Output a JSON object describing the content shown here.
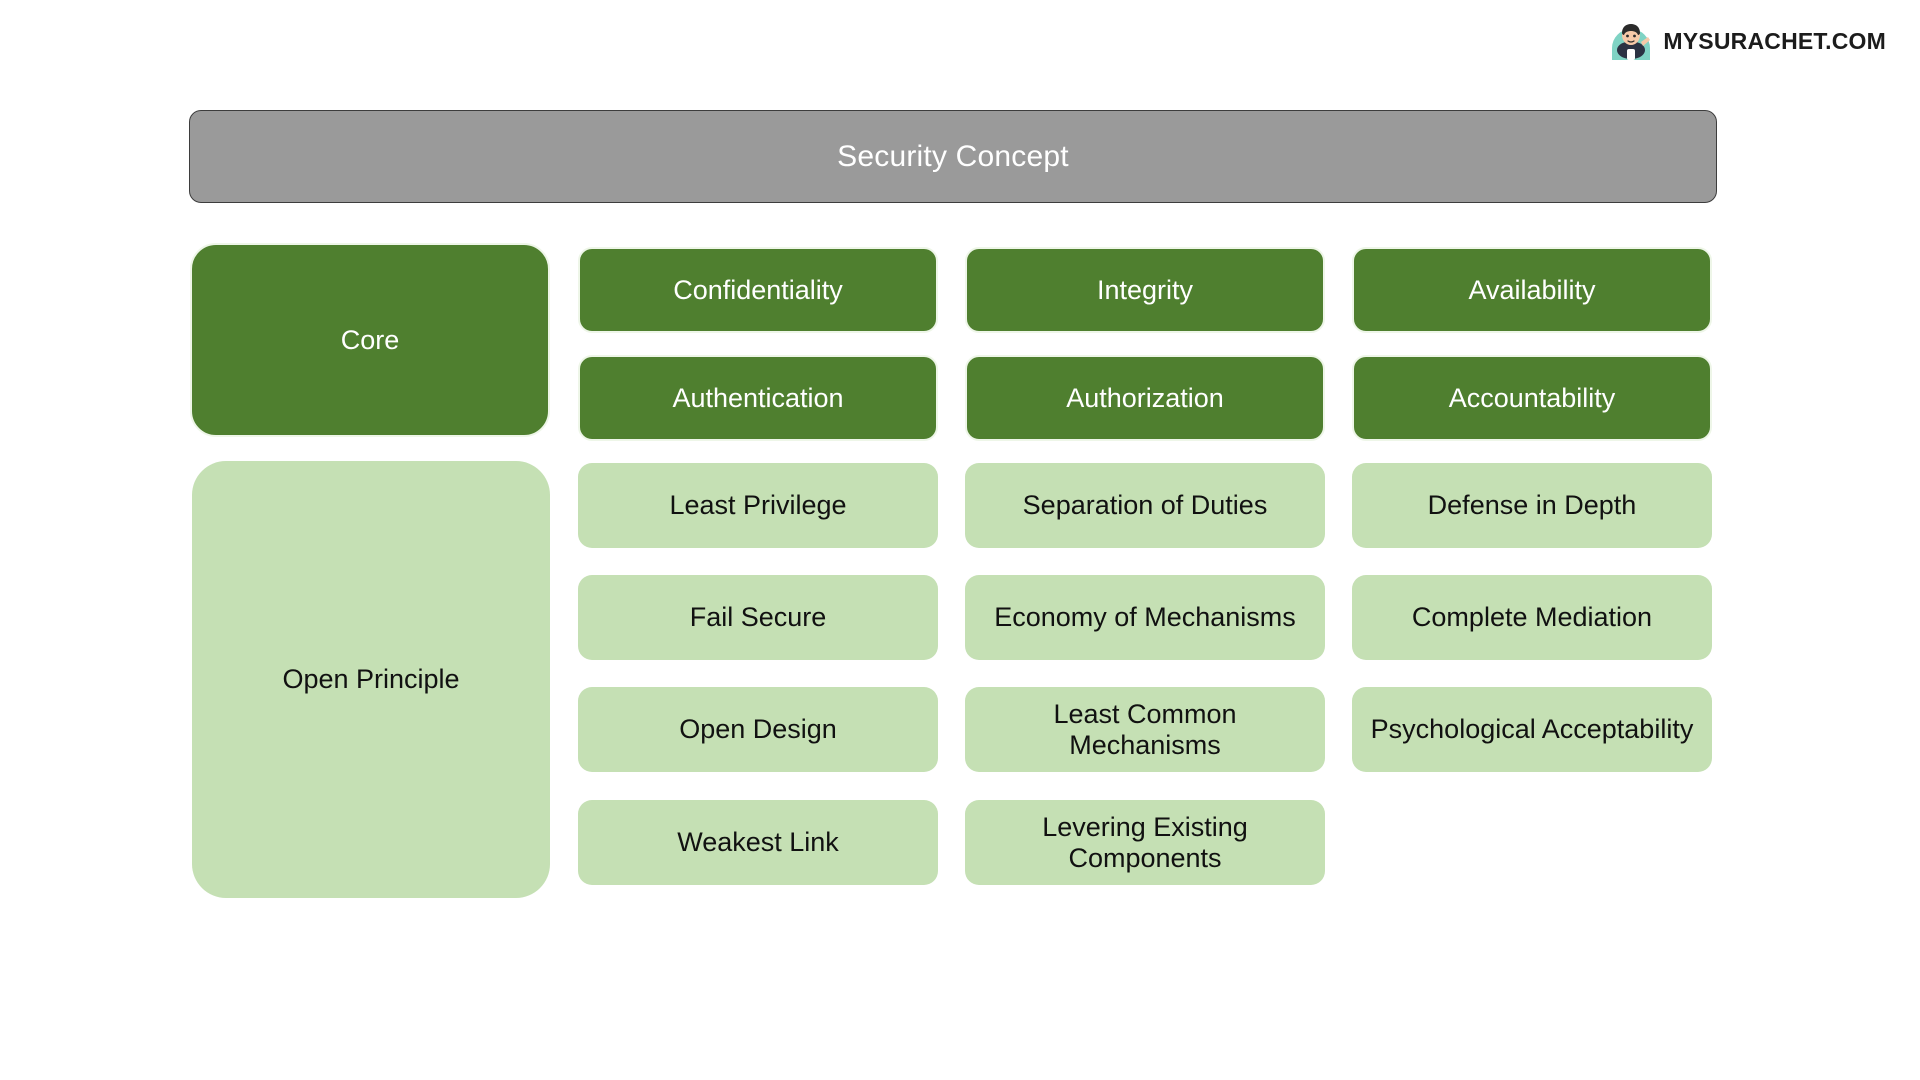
{
  "watermark": {
    "text": "MYSURACHET.COM",
    "avatar_icon": "avatar-person-icon"
  },
  "header": {
    "title": "Security Concept"
  },
  "colors": {
    "header_bar": "#9a9a9a",
    "header_border": "#3d3d3d",
    "core_green": "#4f7f2f",
    "principle_green": "#c5e0b4",
    "core_text": "#ffffff",
    "principle_text": "#111111",
    "background": "#ffffff"
  },
  "sections": [
    {
      "key": "core",
      "label": "Core",
      "style": "dark",
      "rows": [
        [
          "Confidentiality",
          "Integrity",
          "Availability"
        ],
        [
          "Authentication",
          "Authorization",
          "Accountability"
        ]
      ]
    },
    {
      "key": "open_principle",
      "label": "Open Principle",
      "style": "light",
      "rows": [
        [
          "Least Privilege",
          "Separation of Duties",
          "Defense in Depth"
        ],
        [
          "Fail Secure",
          "Economy of Mechanisms",
          "Complete Mediation"
        ],
        [
          "Open Design",
          "Least Common Mechanisms",
          "Psychological Acceptability"
        ],
        [
          "Weakest Link",
          "Levering Existing Components",
          ""
        ]
      ]
    }
  ]
}
